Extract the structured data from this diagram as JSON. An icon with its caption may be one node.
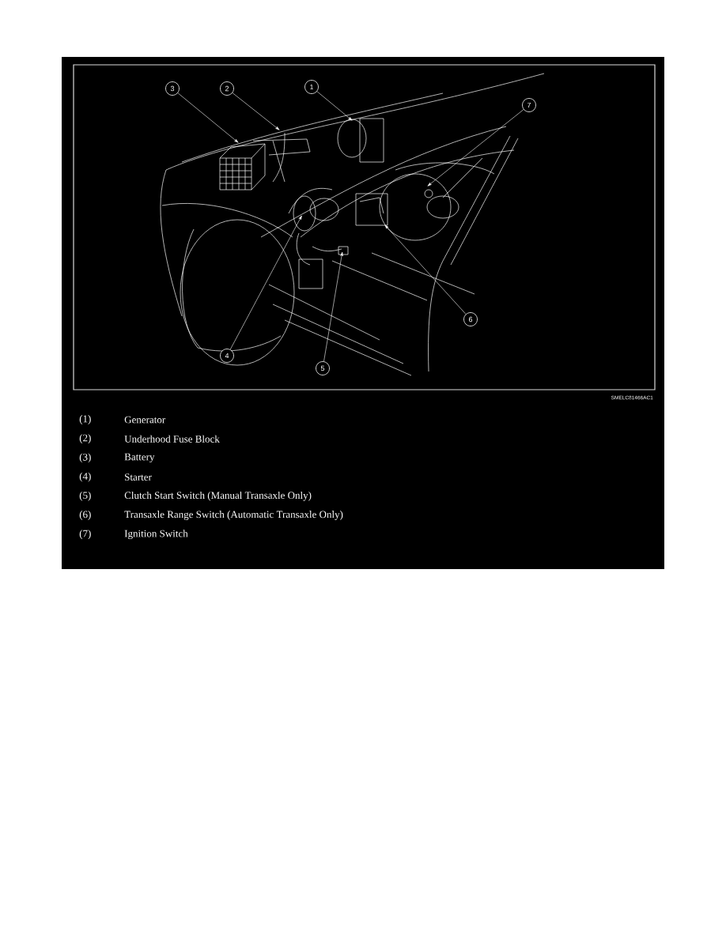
{
  "diagram": {
    "nodes": [
      {
        "text": [
          "1"
        ]
      },
      {
        "text": [
          "2"
        ]
      },
      {
        "text": [
          "3"
        ]
      },
      {
        "text": [
          "4"
        ]
      },
      {
        "text": [
          "5"
        ]
      },
      {
        "text": [
          "6"
        ]
      },
      {
        "text": [
          "7"
        ]
      }
    ],
    "edges": [
      {
        "from": 0,
        "to": null,
        "arrow": "to"
      },
      {
        "from": 1,
        "to": null,
        "arrow": "to"
      },
      {
        "from": 2,
        "to": null,
        "arrow": "to"
      },
      {
        "from": 3,
        "to": null,
        "arrow": "to"
      },
      {
        "from": 4,
        "to": null,
        "arrow": "to"
      },
      {
        "from": 5,
        "to": null,
        "arrow": "to"
      },
      {
        "from": 6,
        "to": null,
        "arrow": "to"
      }
    ],
    "labels": [
      "SMELC81466AC1",
      "(1)",
      "Generator",
      "(2)",
      "Underhood Fuse Block",
      "(3)",
      "Battery",
      "(4)",
      "Starter",
      "(5)",
      "Clutch Start Switch (Manual Transaxle Only)",
      "(6)",
      "Transaxle Range Switch (Automatic Transaxle Only)",
      "(7)",
      "Ignition Switch"
    ]
  }
}
